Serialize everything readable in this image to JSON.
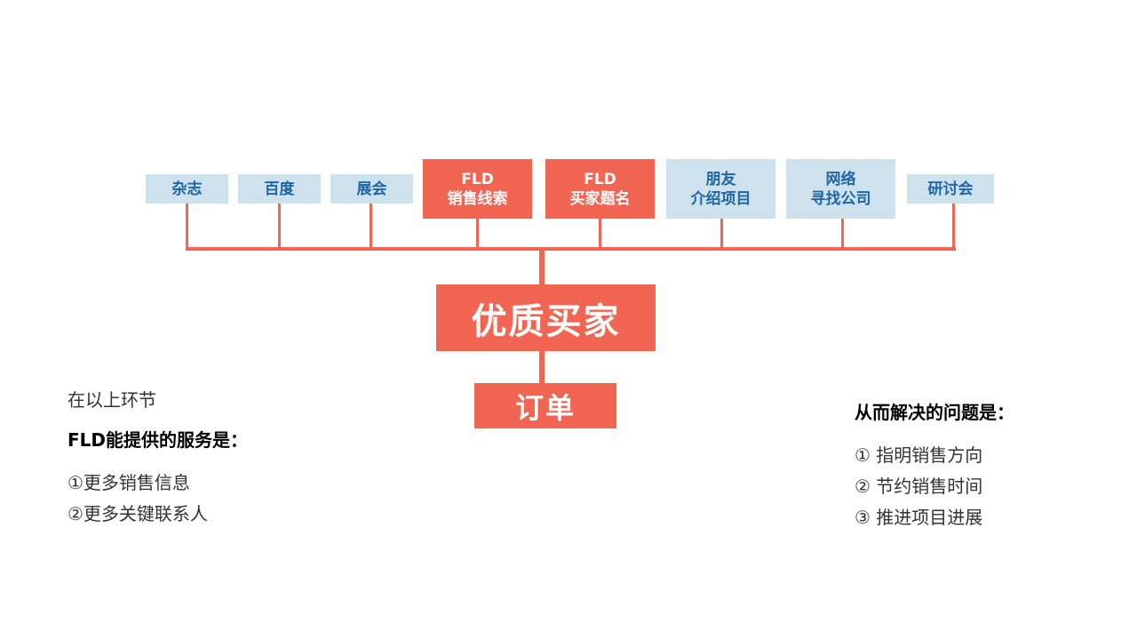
{
  "sources": [
    {
      "line1": "杂志",
      "line2": "",
      "style": "blue"
    },
    {
      "line1": "百度",
      "line2": "",
      "style": "blue"
    },
    {
      "line1": "展会",
      "line2": "",
      "style": "blue"
    },
    {
      "line1": "FLD",
      "line2": "销售线索",
      "style": "red"
    },
    {
      "line1": "FLD",
      "line2": "买家题名",
      "style": "red"
    },
    {
      "line1": "朋友",
      "line2": "介绍项目",
      "style": "blue"
    },
    {
      "line1": "网络",
      "line2": "寻找公司",
      "style": "blue"
    },
    {
      "line1": "研讨会",
      "line2": "",
      "style": "blue"
    }
  ],
  "center_box": "优质买家",
  "order_box": "订单",
  "left_text": {
    "intro": "在以上环节",
    "heading": "FLD能提供的服务是：",
    "items": [
      "①更多销售信息",
      "②更多关键联系人"
    ]
  },
  "right_text": {
    "heading": "从而解决的问题是：",
    "items": [
      "① 指明销售方向",
      "② 节约销售时间",
      "③ 推进项目进展"
    ]
  },
  "colors": {
    "accent": "#f26552",
    "source_bg": "#cde2ec",
    "source_text": "#1f66a6"
  }
}
